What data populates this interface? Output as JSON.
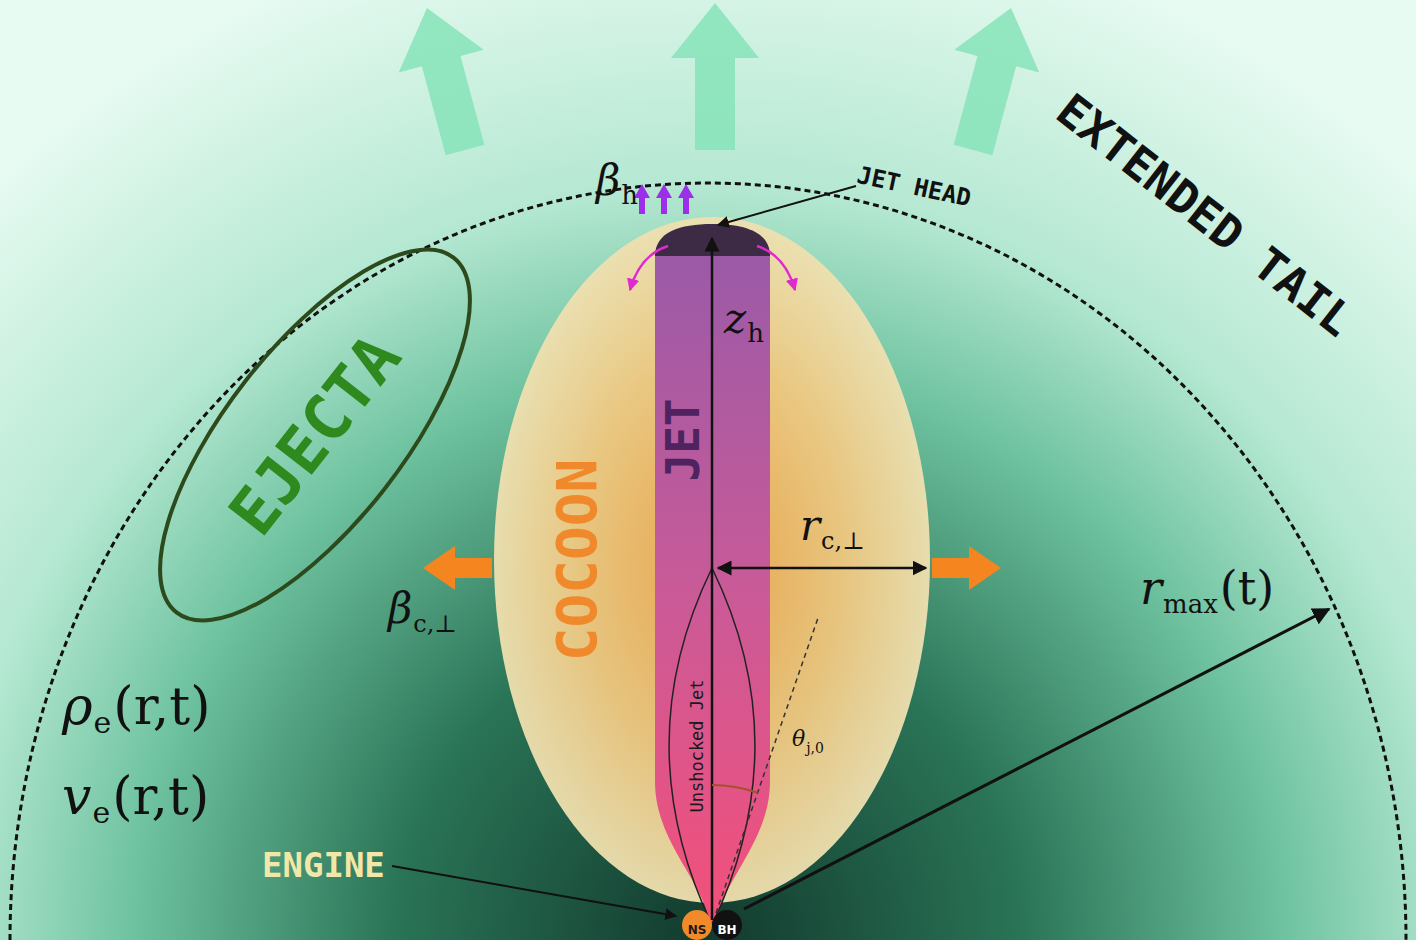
{
  "diagram": {
    "nodes": [
      {
        "text": [
          "EJECTA"
        ]
      },
      {
        "text": [
          "COCOON"
        ]
      },
      {
        "text": [
          "JET"
        ],
        "in": 1
      },
      {
        "text": [
          "Unshocked Jet"
        ],
        "in": 2
      },
      {
        "text": [
          "NS"
        ]
      },
      {
        "text": [
          "BH"
        ]
      }
    ],
    "labels": [
      "JET HEAD",
      "β",
      "h",
      "z",
      "h",
      "r",
      "c,⊥",
      "β",
      "c,⊥",
      "θ",
      "j,0",
      "EXTENDED TAIL",
      "r",
      "max",
      "(t)",
      "ρ",
      "e",
      "(r,t)",
      "v",
      "e",
      "(r,t)",
      "ENGINE"
    ]
  }
}
